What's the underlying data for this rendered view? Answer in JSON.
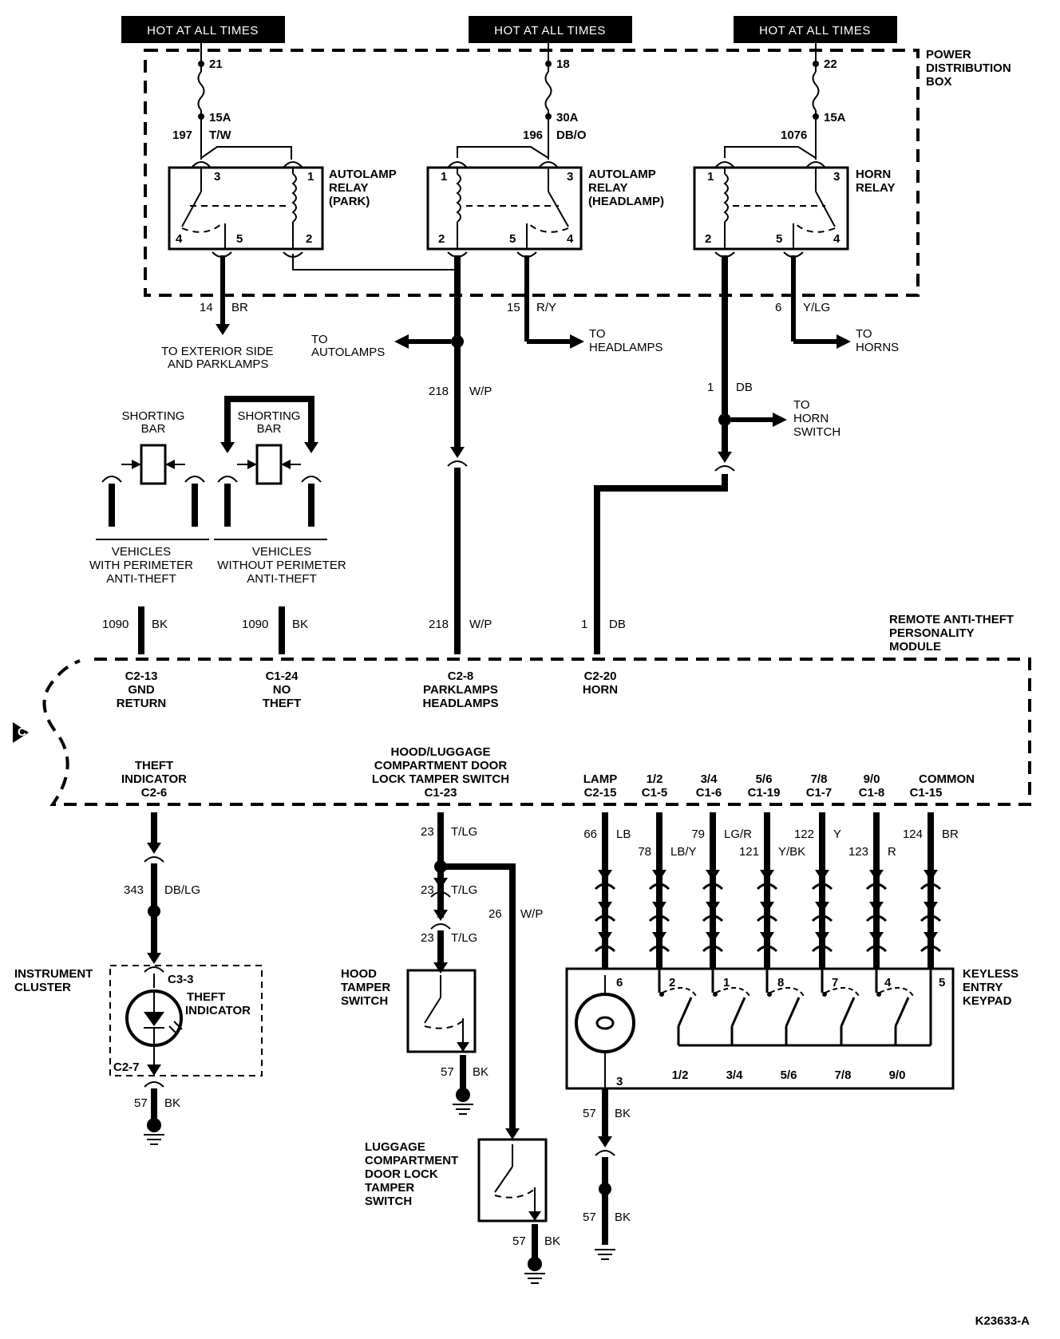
{
  "power": {
    "hot_label": "HOT AT ALL TIMES",
    "box_label": [
      "POWER",
      "DISTRIBUTION",
      "BOX"
    ],
    "fuses": [
      {
        "num": "21",
        "amp": "15A",
        "circuit": "197",
        "color": "T/W"
      },
      {
        "num": "18",
        "amp": "30A",
        "circuit": "196",
        "color": "DB/O"
      },
      {
        "num": "22",
        "amp": "15A",
        "circuit": "1076",
        "color": ""
      }
    ]
  },
  "relays": {
    "park": [
      "AUTOLAMP",
      "RELAY",
      "(PARK)"
    ],
    "headlamp": [
      "AUTOLAMP",
      "RELAY",
      "(HEADLAMP)"
    ],
    "horn": [
      "HORN",
      "RELAY"
    ],
    "pins": [
      "1",
      "2",
      "3",
      "4",
      "5"
    ]
  },
  "outputs": {
    "park_circuit": "14",
    "park_color": "BR",
    "park_dest": [
      "TO EXTERIOR SIDE",
      "AND PARKLAMPS"
    ],
    "autolamps_dest": [
      "TO",
      "AUTOLAMPS"
    ],
    "headlamp_circuit": "15",
    "headlamp_color": "R/Y",
    "headlamp_dest": [
      "TO",
      "HEADLAMPS"
    ],
    "horn_circuit": "6",
    "horn_color": "Y/LG",
    "horn_dest": [
      "TO",
      "HORNS"
    ],
    "horn_switch_dest": [
      "TO",
      "HORN",
      "SWITCH"
    ]
  },
  "wires": {
    "c218": "218",
    "wp": "W/P",
    "c1": "1",
    "db": "DB",
    "c1090": "1090",
    "bk": "BK",
    "c23": "23",
    "tlg": "T/LG",
    "c26": "26",
    "c343": "343",
    "dblg": "DB/LG",
    "c57": "57"
  },
  "shorting": {
    "bar": [
      "SHORTING",
      "BAR"
    ],
    "with": [
      "VEHICLES",
      "WITH PERIMETER",
      "ANTI-THEFT"
    ],
    "without": [
      "VEHICLES",
      "WITHOUT PERIMETER",
      "ANTI-THEFT"
    ]
  },
  "module": {
    "label": [
      "REMOTE ANTI-THEFT",
      "PERSONALITY",
      "MODULE"
    ],
    "c": "C",
    "top_pins": [
      [
        "C2-13",
        "GND",
        "RETURN"
      ],
      [
        "C1-24",
        "NO",
        "THEFT"
      ],
      [
        "C2-8",
        "PARKLAMPS",
        "HEADLAMPS"
      ],
      [
        "C2-20",
        "HORN"
      ]
    ],
    "theft": [
      "THEFT",
      "INDICATOR",
      "C2-6"
    ],
    "hood": [
      "HOOD/LUGGAGE",
      "COMPARTMENT DOOR",
      "LOCK TAMPER SWITCH",
      "C1-23"
    ],
    "keypad_pins": [
      [
        "LAMP",
        "C2-15"
      ],
      [
        "1/2",
        "C1-5"
      ],
      [
        "3/4",
        "C1-6"
      ],
      [
        "5/6",
        "C1-19"
      ],
      [
        "7/8",
        "C1-7"
      ],
      [
        "9/0",
        "C1-8"
      ],
      [
        "COMMON",
        "C1-15"
      ]
    ]
  },
  "keypad_wires": [
    {
      "num": "66",
      "color": "LB"
    },
    {
      "num": "78",
      "color": "LB/Y"
    },
    {
      "num": "79",
      "color": "LG/R"
    },
    {
      "num": "121",
      "color": "Y/BK"
    },
    {
      "num": "122",
      "color": "Y"
    },
    {
      "num": "123",
      "color": "R"
    },
    {
      "num": "124",
      "color": "BR"
    }
  ],
  "cluster": {
    "label": [
      "INSTRUMENT",
      "CLUSTER"
    ],
    "c33": "C3-3",
    "indicator": [
      "THEFT",
      "INDICATOR"
    ],
    "c27": "C2-7"
  },
  "hood_switch": [
    "HOOD",
    "TAMPER",
    "SWITCH"
  ],
  "luggage_switch": [
    "LUGGAGE",
    "COMPARTMENT",
    "DOOR LOCK",
    "TAMPER",
    "SWITCH"
  ],
  "keypad": {
    "label": [
      "KEYLESS",
      "ENTRY",
      "KEYPAD"
    ],
    "top_pins": [
      "6",
      "2",
      "1",
      "8",
      "7",
      "4",
      "5"
    ],
    "pin3": "3",
    "buttons": [
      "1/2",
      "3/4",
      "5/6",
      "7/8",
      "9/0"
    ]
  },
  "figure_id": "K23633-A"
}
